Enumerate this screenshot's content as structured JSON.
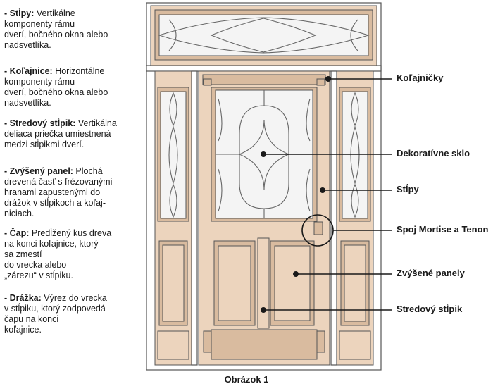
{
  "legend": [
    {
      "term": "- Stĺpy:",
      "definition": " Vertikálne\nkomponenty rámu\ndverí, bočného okna alebo\nnadsvetlíka."
    },
    {
      "term": "- Koľajnice:",
      "definition": " Horizontálne\nkomponenty rámu\ndverí, bočného okna alebo\nnadsvetlíka."
    },
    {
      "term": "- Stredový stĺpik:",
      "definition": " Vertikálna\ndeliaca priečka umiestnená\nmedzi stĺpikmi dverí."
    },
    {
      "term": "- Zvýšený panel:",
      "definition": " Plochá\ndrevená časť s frézovanými\nhranami zapustenými do\ndrážok v stĺpikoch a koľaj-\nniciach."
    },
    {
      "term": "- Čap:",
      "definition": " Predĺžený kus dreva\nna konci koľajnice, ktorý\nsa zmestí\ndo vrecka alebo\n„zárezu“ v stĺpiku."
    },
    {
      "term": "- Drážka:",
      "definition": " Výrez do vrecka\nv stĺpiku, ktorý zodpovedá\nčapu na konci\nkoľajnice."
    }
  ],
  "callouts": [
    {
      "label": "Koľajničky"
    },
    {
      "label": "Dekoratívne sklo"
    },
    {
      "label": "Stĺpy"
    },
    {
      "label": "Spoj Mortise a Tenon"
    },
    {
      "label": "Zvýšené panely"
    },
    {
      "label": "Stredový stĺpik"
    }
  ],
  "caption": "Obrázok 1",
  "colors": {
    "wood": "#ecd4bd",
    "wood_dark": "#d9bb9f",
    "outline": "#555555",
    "glass": "#f4f4f4",
    "frame": "#ffffff"
  }
}
